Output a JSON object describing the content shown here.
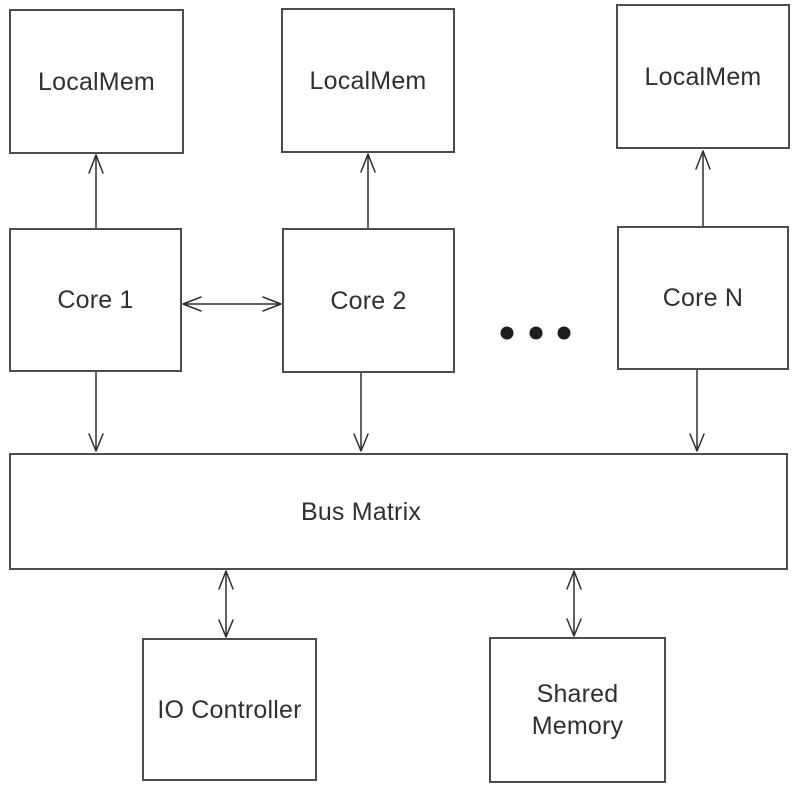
{
  "diagram": {
    "type": "block-diagram",
    "nodes": {
      "localmem1": {
        "label": "LocalMem"
      },
      "localmem2": {
        "label": "LocalMem"
      },
      "localmem3": {
        "label": "LocalMem"
      },
      "core1": {
        "label": "Core 1"
      },
      "core2": {
        "label": "Core 2"
      },
      "coreN": {
        "label": "Core N"
      },
      "busMatrix": {
        "label": "Bus Matrix"
      },
      "ioController": {
        "label": "IO Controller"
      },
      "sharedMemory": {
        "label": "Shared Memory"
      }
    },
    "edges": [
      {
        "from": "core1",
        "to": "localmem1",
        "direction": "one-way",
        "arrowhead": "at-localmem"
      },
      {
        "from": "core2",
        "to": "localmem2",
        "direction": "one-way",
        "arrowhead": "at-localmem"
      },
      {
        "from": "coreN",
        "to": "localmem3",
        "direction": "one-way",
        "arrowhead": "at-localmem"
      },
      {
        "from": "core1",
        "to": "core2",
        "direction": "two-way"
      },
      {
        "from": "core1",
        "to": "busMatrix",
        "direction": "one-way",
        "arrowhead": "at-bus"
      },
      {
        "from": "core2",
        "to": "busMatrix",
        "direction": "one-way",
        "arrowhead": "at-bus"
      },
      {
        "from": "coreN",
        "to": "busMatrix",
        "direction": "one-way",
        "arrowhead": "at-bus"
      },
      {
        "from": "busMatrix",
        "to": "ioController",
        "direction": "two-way"
      },
      {
        "from": "busMatrix",
        "to": "sharedMemory",
        "direction": "two-way"
      }
    ],
    "ellipsis": {
      "dot_count": 3,
      "meaning": "more cores between Core 2 and Core N"
    },
    "colors": {
      "background": "#ffffff",
      "box_border": "#4d4d4d",
      "box_fill": "#ffffff",
      "arrow": "#2e2e2e",
      "text": "#303030",
      "dots": "#1e1e1e"
    }
  }
}
